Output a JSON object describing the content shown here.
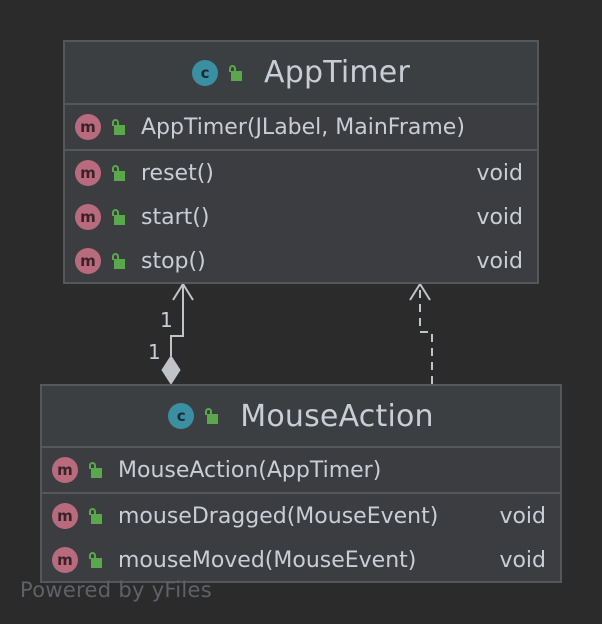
{
  "classes": [
    {
      "name": "AppTimer",
      "kind_badge": "c",
      "constructor": "AppTimer(JLabel, MainFrame)",
      "methods": [
        {
          "signature": "reset()",
          "return_type": "void"
        },
        {
          "signature": "start()",
          "return_type": "void"
        },
        {
          "signature": "stop()",
          "return_type": "void"
        }
      ]
    },
    {
      "name": "MouseAction",
      "kind_badge": "c",
      "constructor": "MouseAction(AppTimer)",
      "methods": [
        {
          "signature": "mouseDragged(MouseEvent)",
          "return_type": "void"
        },
        {
          "signature": "mouseMoved(MouseEvent)",
          "return_type": "void"
        }
      ]
    }
  ],
  "member_badge": "m",
  "relations": [
    {
      "type": "composition",
      "from": "MouseAction",
      "to": "AppTimer",
      "target_multiplicity": "1",
      "source_multiplicity": "1"
    },
    {
      "type": "dependency",
      "from": "MouseAction",
      "to": "AppTimer"
    }
  ],
  "footer": "Powered by yFiles",
  "colors": {
    "background": "#2b2b2b",
    "box_fill": "#3b3d40",
    "box_border": "#55585b",
    "class_badge": "#3a8fa3",
    "method_badge": "#b76b7d",
    "public_lock": "#5aa84c",
    "connector": "#c0c4c8",
    "text": "#c9ced6",
    "footer_text": "#5e6266"
  },
  "icons": {
    "class_badge": "class-icon",
    "method_badge": "method-icon",
    "visibility": "public-lock-icon"
  }
}
